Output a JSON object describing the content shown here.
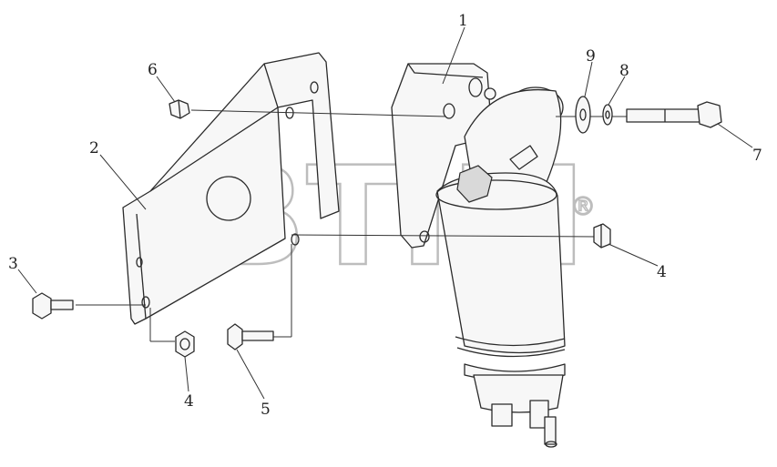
{
  "diagram": {
    "callouts": [
      {
        "id": "c1",
        "label": "1"
      },
      {
        "id": "c2",
        "label": "2"
      },
      {
        "id": "c3",
        "label": "3"
      },
      {
        "id": "c4a",
        "label": "4"
      },
      {
        "id": "c4b",
        "label": "4"
      },
      {
        "id": "c5",
        "label": "5"
      },
      {
        "id": "c6",
        "label": "6"
      },
      {
        "id": "c7",
        "label": "7"
      },
      {
        "id": "c8",
        "label": "8"
      },
      {
        "id": "c9",
        "label": "9"
      }
    ],
    "watermark": {
      "text": "BTIM",
      "mark": "®"
    }
  }
}
